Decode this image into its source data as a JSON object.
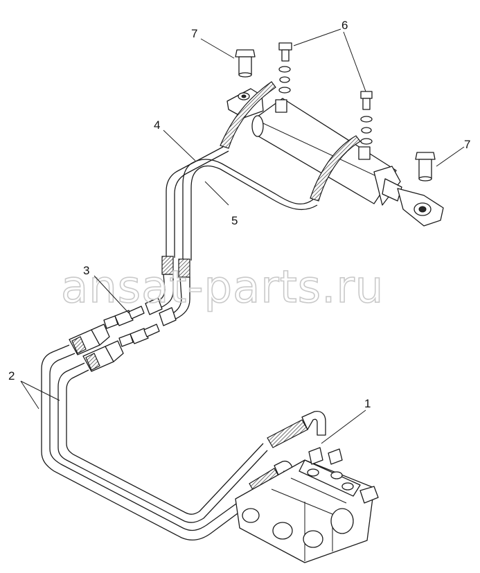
{
  "watermark": "ansat-parts.ru",
  "callouts": {
    "c1": "1",
    "c2": "2",
    "c3": "3",
    "c4": "4",
    "c5": "5",
    "c6": "6",
    "c7a": "7",
    "c7b": "7"
  },
  "icons": [
    "hydraulic-cylinder",
    "hose",
    "coupler",
    "control-valve",
    "bolt",
    "washer",
    "pin"
  ]
}
